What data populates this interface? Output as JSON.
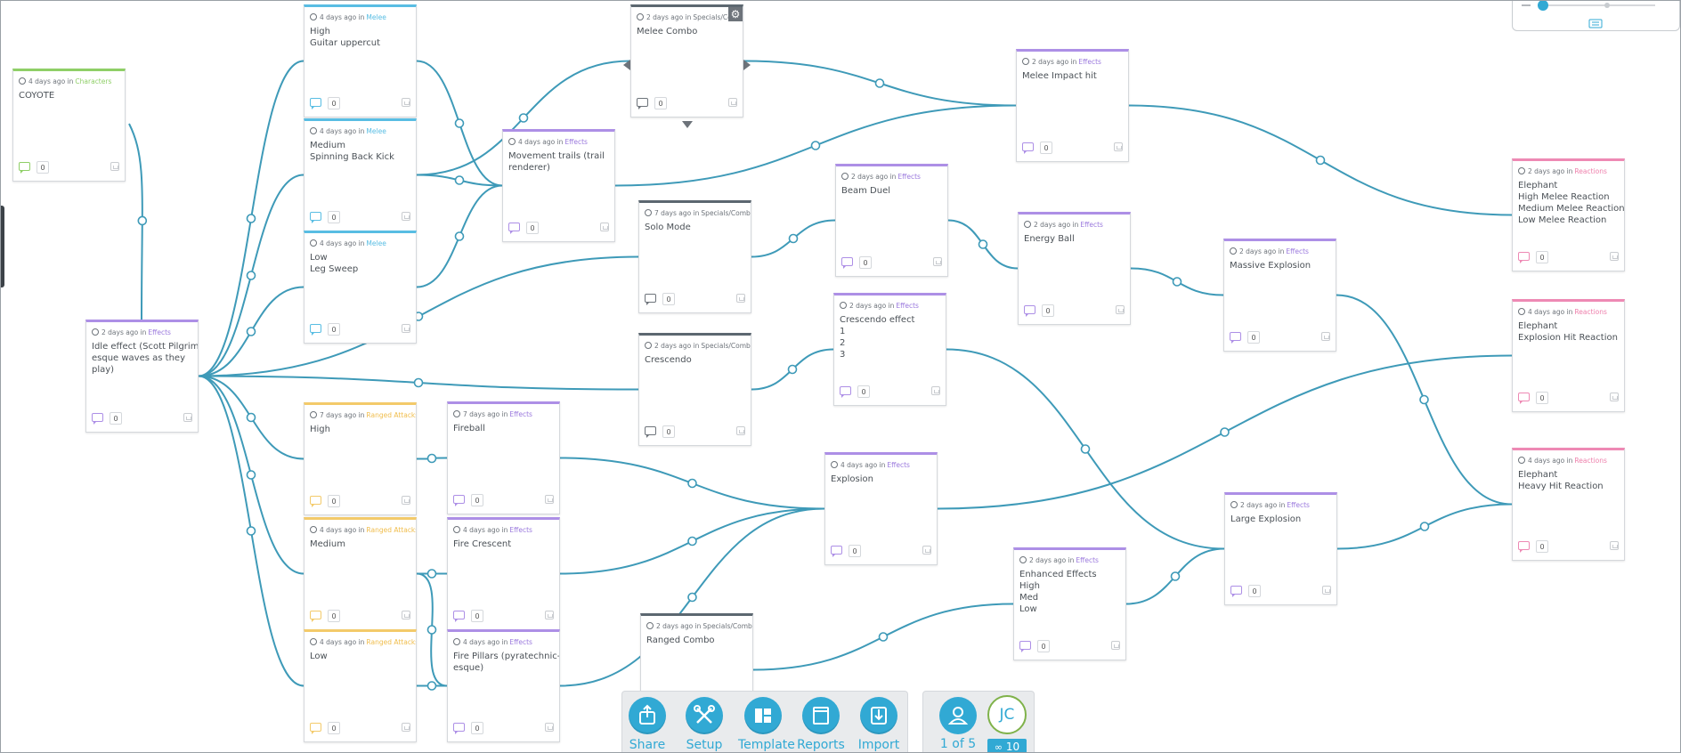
{
  "cards": [
    {
      "id": "coyote",
      "color": "green",
      "time": "4 days ago in",
      "category": "Characters",
      "lines": [
        "COYOTE"
      ],
      "comments": "0"
    },
    {
      "id": "idle",
      "color": "purple",
      "time": "2 days ago in",
      "category": "Effects",
      "lines": [
        "Idle effect (Scott Pilgrim-",
        "esque waves as they",
        "play)"
      ],
      "comments": "0"
    },
    {
      "id": "melee-high",
      "color": "blue",
      "time": "4 days ago in",
      "category": "Melee",
      "lines": [
        "High",
        "Guitar uppercut"
      ],
      "comments": "0"
    },
    {
      "id": "melee-medium",
      "color": "blue",
      "time": "4 days ago in",
      "category": "Melee",
      "lines": [
        "Medium",
        "Spinning Back Kick"
      ],
      "comments": "0"
    },
    {
      "id": "melee-low",
      "color": "blue",
      "time": "4 days ago in",
      "category": "Melee",
      "lines": [
        "Low",
        "Leg Sweep"
      ],
      "comments": "0"
    },
    {
      "id": "ranged-high",
      "color": "yellow",
      "time": "7 days ago in",
      "category": "Ranged Attacks",
      "lines": [
        "High"
      ],
      "comments": "0"
    },
    {
      "id": "ranged-medium",
      "color": "yellow",
      "time": "4 days ago in",
      "category": "Ranged Attacks",
      "lines": [
        "Medium"
      ],
      "comments": "0"
    },
    {
      "id": "ranged-low",
      "color": "yellow",
      "time": "4 days ago in",
      "category": "Ranged Attacks",
      "lines": [
        "Low"
      ],
      "comments": "0"
    },
    {
      "id": "movement-trails",
      "color": "purple",
      "time": "4 days ago in",
      "category": "Effects",
      "lines": [
        "Movement trails (trail",
        "renderer)"
      ],
      "comments": "0"
    },
    {
      "id": "fireball",
      "color": "purple",
      "time": "7 days ago in",
      "category": "Effects",
      "lines": [
        "Fireball"
      ],
      "comments": "0"
    },
    {
      "id": "fire-crescent",
      "color": "purple",
      "time": "4 days ago in",
      "category": "Effects",
      "lines": [
        "Fire Crescent"
      ],
      "comments": "0"
    },
    {
      "id": "fire-pillars",
      "color": "purple",
      "time": "4 days ago in",
      "category": "Effects",
      "lines": [
        "Fire Pillars (pyratechnic-",
        "esque)"
      ],
      "comments": "0"
    },
    {
      "id": "melee-combo",
      "color": "dark",
      "time": "2 days ago in",
      "category": "Specials/Combo",
      "lines": [
        "Melee Combo"
      ],
      "comments": "0",
      "gear": true
    },
    {
      "id": "solo-mode",
      "color": "dark",
      "time": "7 days ago in",
      "category": "Specials/Combo",
      "lines": [
        "Solo Mode"
      ],
      "comments": "0"
    },
    {
      "id": "crescendo",
      "color": "dark",
      "time": "2 days ago in",
      "category": "Specials/Combo",
      "lines": [
        "Crescendo"
      ],
      "comments": "0"
    },
    {
      "id": "ranged-combo",
      "color": "dark",
      "time": "2 days ago in",
      "category": "Specials/Combo",
      "lines": [
        "Ranged Combo"
      ],
      "comments": "0"
    },
    {
      "id": "beam-duel",
      "color": "purple",
      "time": "2 days ago in",
      "category": "Effects",
      "lines": [
        "Beam Duel"
      ],
      "comments": "0"
    },
    {
      "id": "crescendo-effect",
      "color": "purple",
      "time": "2 days ago in",
      "category": "Effects",
      "lines": [
        "Crescendo effect",
        "1",
        "2",
        "3"
      ],
      "comments": "0"
    },
    {
      "id": "explosion",
      "color": "purple",
      "time": "4 days ago in",
      "category": "Effects",
      "lines": [
        "Explosion"
      ],
      "comments": "0"
    },
    {
      "id": "melee-impact",
      "color": "purple",
      "time": "2 days ago in",
      "category": "Effects",
      "lines": [
        "Melee Impact hit"
      ],
      "comments": "0"
    },
    {
      "id": "energy-ball",
      "color": "purple",
      "time": "2 days ago in",
      "category": "Effects",
      "lines": [
        "Energy Ball"
      ],
      "comments": "0"
    },
    {
      "id": "enhanced",
      "color": "purple",
      "time": "2 days ago in",
      "category": "Effects",
      "lines": [
        "Enhanced Effects",
        "High",
        "Med",
        "Low"
      ],
      "comments": "0"
    },
    {
      "id": "massive-explosion",
      "color": "purple",
      "time": "2 days ago in",
      "category": "Effects",
      "lines": [
        "Massive Explosion"
      ],
      "comments": "0"
    },
    {
      "id": "large-explosion",
      "color": "purple",
      "time": "2 days ago in",
      "category": "Effects",
      "lines": [
        "Large Explosion"
      ],
      "comments": "0"
    },
    {
      "id": "elephant-melee",
      "color": "pink",
      "time": "2 days ago in",
      "category": "Reactions",
      "lines": [
        "Elephant",
        "High Melee Reaction",
        "Medium Melee Reaction",
        "Low Melee Reaction"
      ],
      "comments": "0"
    },
    {
      "id": "elephant-explosion",
      "color": "pink",
      "time": "4 days ago in",
      "category": "Reactions",
      "lines": [
        "Elephant",
        "Explosion Hit Reaction"
      ],
      "comments": "0"
    },
    {
      "id": "elephant-heavy",
      "color": "pink",
      "time": "4 days ago in",
      "category": "Reactions",
      "lines": [
        "Elephant",
        "Heavy Hit Reaction"
      ],
      "comments": "0"
    }
  ],
  "links": [
    [
      "coyote",
      "idle"
    ],
    [
      "idle",
      "melee-high"
    ],
    [
      "idle",
      "melee-medium"
    ],
    [
      "idle",
      "melee-low"
    ],
    [
      "idle",
      "ranged-high"
    ],
    [
      "idle",
      "ranged-medium"
    ],
    [
      "idle",
      "ranged-low"
    ],
    [
      "idle",
      "crescendo"
    ],
    [
      "idle",
      "solo-mode"
    ],
    [
      "melee-high",
      "movement-trails"
    ],
    [
      "melee-medium",
      "movement-trails"
    ],
    [
      "melee-low",
      "movement-trails"
    ],
    [
      "melee-medium",
      "melee-combo"
    ],
    [
      "movement-trails",
      "melee-impact"
    ],
    [
      "ranged-high",
      "fireball"
    ],
    [
      "ranged-medium",
      "fire-crescent"
    ],
    [
      "ranged-low",
      "fire-pillars"
    ],
    [
      "ranged-medium",
      "fire-pillars"
    ],
    [
      "fireball",
      "explosion"
    ],
    [
      "fire-crescent",
      "explosion"
    ],
    [
      "fire-pillars",
      "explosion"
    ],
    [
      "melee-combo",
      "melee-impact"
    ],
    [
      "solo-mode",
      "beam-duel"
    ],
    [
      "crescendo",
      "crescendo-effect"
    ],
    [
      "beam-duel",
      "energy-ball"
    ],
    [
      "crescendo-effect",
      "large-explosion"
    ],
    [
      "ranged-combo",
      "enhanced"
    ],
    [
      "explosion",
      "elephant-explosion"
    ],
    [
      "melee-impact",
      "elephant-melee"
    ],
    [
      "energy-ball",
      "massive-explosion"
    ],
    [
      "enhanced",
      "large-explosion"
    ],
    [
      "massive-explosion",
      "elephant-heavy"
    ],
    [
      "large-explosion",
      "elephant-heavy"
    ]
  ],
  "toolbar": {
    "buttons": [
      {
        "id": "share",
        "label": "Share",
        "icon": "share-icon"
      },
      {
        "id": "setup",
        "label": "Setup",
        "icon": "tools-icon"
      },
      {
        "id": "template",
        "label": "Template",
        "icon": "template-icon"
      },
      {
        "id": "reports",
        "label": "Reports",
        "icon": "reports-icon"
      },
      {
        "id": "import",
        "label": "Import",
        "icon": "import-icon"
      }
    ]
  },
  "user_panel": {
    "page_label": "1 of 5",
    "initials": "JC",
    "credits": "10"
  },
  "colors": {
    "link": "#3e9ab8",
    "accent": "#31a9d4",
    "green": "#8fcf67",
    "blue": "#58bde3",
    "purple": "#ad8fe6",
    "dark": "#5c6770",
    "yellow": "#f3ca6a",
    "pink": "#ee89b4"
  }
}
